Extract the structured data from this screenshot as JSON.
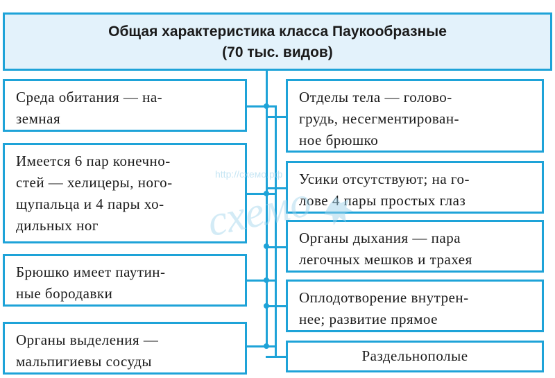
{
  "title": {
    "line1": "Общая характеристика класса Паукообразные",
    "line2": "(70 тыс. видов)"
  },
  "left_boxes": [
    {
      "lines": [
        "Среда обитания — на-",
        "земная"
      ]
    },
    {
      "lines": [
        "Имеется 6 пар конечно-",
        "стей — хелицеры, ного-",
        "щупальца и 4 пары хо-",
        "дильных ног"
      ]
    },
    {
      "lines": [
        "Брюшко имеет паутин-",
        "ные бородавки"
      ]
    },
    {
      "lines": [
        "Органы выделения —",
        "мальпигиевы сосуды"
      ]
    }
  ],
  "right_boxes": [
    {
      "lines": [
        "Отделы тела — голово-",
        "грудь, несегментирован-",
        "ное брюшко"
      ]
    },
    {
      "lines": [
        "Усики отсутствуют; на го-",
        "лове 4 пары простых глаз"
      ]
    },
    {
      "lines": [
        "Органы дыхания — пара",
        "легочных мешков и трахея"
      ]
    },
    {
      "lines": [
        "Оплодотворение внутрен-",
        "нее; развитие прямое"
      ]
    },
    {
      "lines": [
        "Раздельнополые"
      ]
    }
  ],
  "watermark": {
    "url": "http://схемо.рф",
    "brand": "схемо"
  },
  "colors": {
    "border": "#1ea3d8",
    "title_bg": "#e3f2fb",
    "text": "#1a1a1a"
  }
}
